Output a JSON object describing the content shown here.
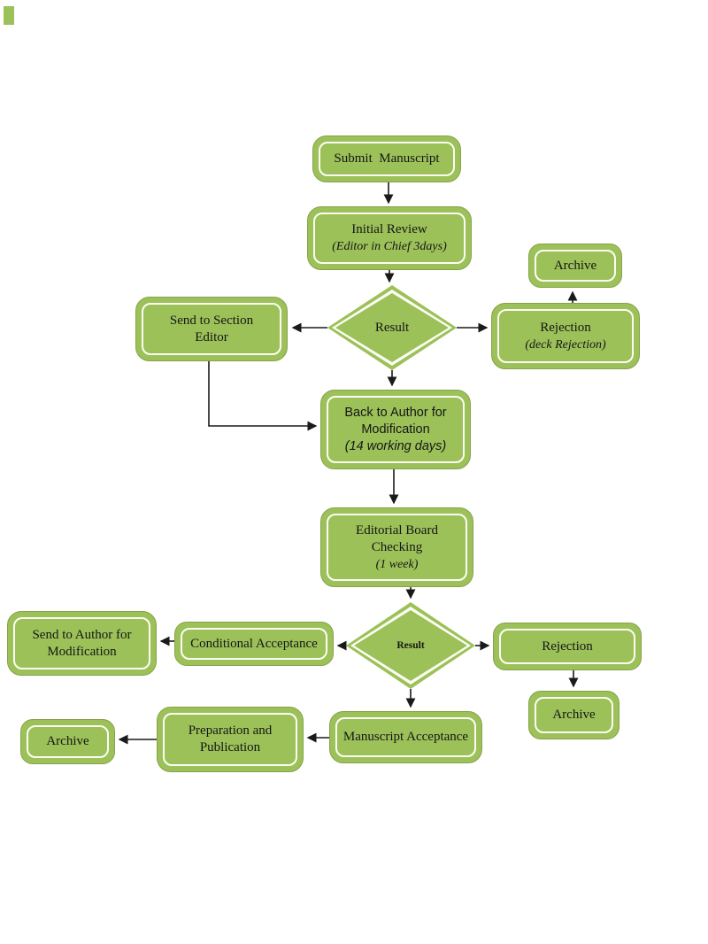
{
  "colors": {
    "node_fill": "#9cc159",
    "node_edge": "#87a24b",
    "inner_stroke": "#fdfdf6",
    "line": "#1a1a1a",
    "text": "#161616"
  },
  "nodes": {
    "submit": {
      "label": "Submit  Manuscript"
    },
    "initial_review": {
      "line1": "Initial Review",
      "line2": "(Editor in Chief 3days)"
    },
    "result1": {
      "label": "Result"
    },
    "send_section_editor": {
      "line1": "Send to Section",
      "line2": "Editor"
    },
    "archive_top": {
      "label": "Archive"
    },
    "rejection_desk": {
      "line1": "Rejection",
      "line2": "(deck Rejection)"
    },
    "back_to_author": {
      "line1": "Back to Author for",
      "line2": "Modification",
      "line3": "(14 working days)"
    },
    "editorial_board": {
      "line1": "Editorial Board",
      "line2": "Checking",
      "line3": "(1 week)"
    },
    "result2": {
      "label": "Result"
    },
    "conditional": {
      "label": "Conditional Acceptance"
    },
    "send_author_mod": {
      "line1": "Send to Author for",
      "line2": "Modification"
    },
    "rejection2": {
      "label": "Rejection"
    },
    "archive_right": {
      "label": "Archive"
    },
    "manuscript_acceptance": {
      "label": "Manuscript Acceptance"
    },
    "preparation": {
      "line1": "Preparation and",
      "line2": "Publication"
    },
    "archive_left": {
      "label": "Archive"
    }
  }
}
